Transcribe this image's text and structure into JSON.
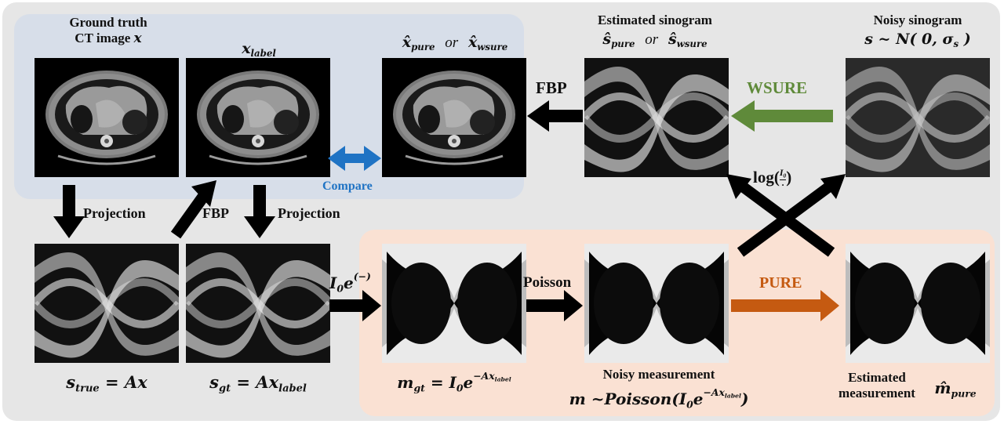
{
  "labels": {
    "ground_truth_line1": "Ground truth",
    "ground_truth_line2": "CT image",
    "ground_truth_var": "x",
    "x_label_var": "x",
    "x_label_sub": "label",
    "x_pure": "x̂",
    "x_pure_sub": "pure",
    "or1": "or",
    "x_wsure": "x̂",
    "x_wsure_sub": "wsure",
    "estimated_sinogram": "Estimated sinogram",
    "s_pure": "ŝ",
    "s_pure_sub": "pure",
    "or2": "or",
    "s_wsure": "ŝ",
    "s_wsure_sub": "wsure",
    "noisy_sinogram": "Noisy sinogram",
    "noisy_formula_a": "s ~ N( 0, σ",
    "noisy_formula_sub": "s",
    "noisy_formula_b": " )",
    "s_true": "s",
    "s_true_sub": "true",
    "s_true_rhs": " = Ax",
    "s_gt": "s",
    "s_gt_sub": "gt",
    "s_gt_rhs": " = Ax",
    "s_gt_rhs_sub": "label",
    "m_gt": "m",
    "m_gt_sub": "gt",
    "m_gt_eq": " = I",
    "m_gt_eq_sub": "0",
    "m_gt_e": "e",
    "m_gt_sup": "−Ax",
    "m_gt_sup_sub": "label",
    "noisy_measurement": "Noisy measurement",
    "m_noisy": "m ~Poisson(I",
    "m_noisy_sub": "0",
    "m_noisy_e": "e",
    "m_noisy_sup": "−Ax",
    "m_noisy_sup_sub": "label",
    "m_noisy_end": ")",
    "estimated_measurement_1": "Estimated",
    "estimated_measurement_2": "measurement",
    "m_pure": "m̂",
    "m_pure_sub": "pure"
  },
  "arrow_labels": {
    "projection_left": "Projection",
    "fbp_up": "FBP",
    "projection_right": "Projection",
    "compare": "Compare",
    "fbp_left": "FBP",
    "wsure": "WSURE",
    "log": "log(",
    "log_num": "I",
    "log_num_sub": "0",
    "log_den": "·",
    "log_end": ")",
    "i0": "I",
    "i0_sub": "0",
    "i0_e": "e",
    "i0_sup": "(−)",
    "poisson": "Poisson",
    "pure": "PURE"
  },
  "colors": {
    "outer_bg": "#e6e6e6",
    "blue_panel": "#d7dee9",
    "orange_panel": "#fae1d3",
    "compare_blue": "#1f73c4",
    "wsure_green": "#5f8a3a",
    "pure_orange": "#c55a11",
    "arrow_black": "#000000"
  }
}
